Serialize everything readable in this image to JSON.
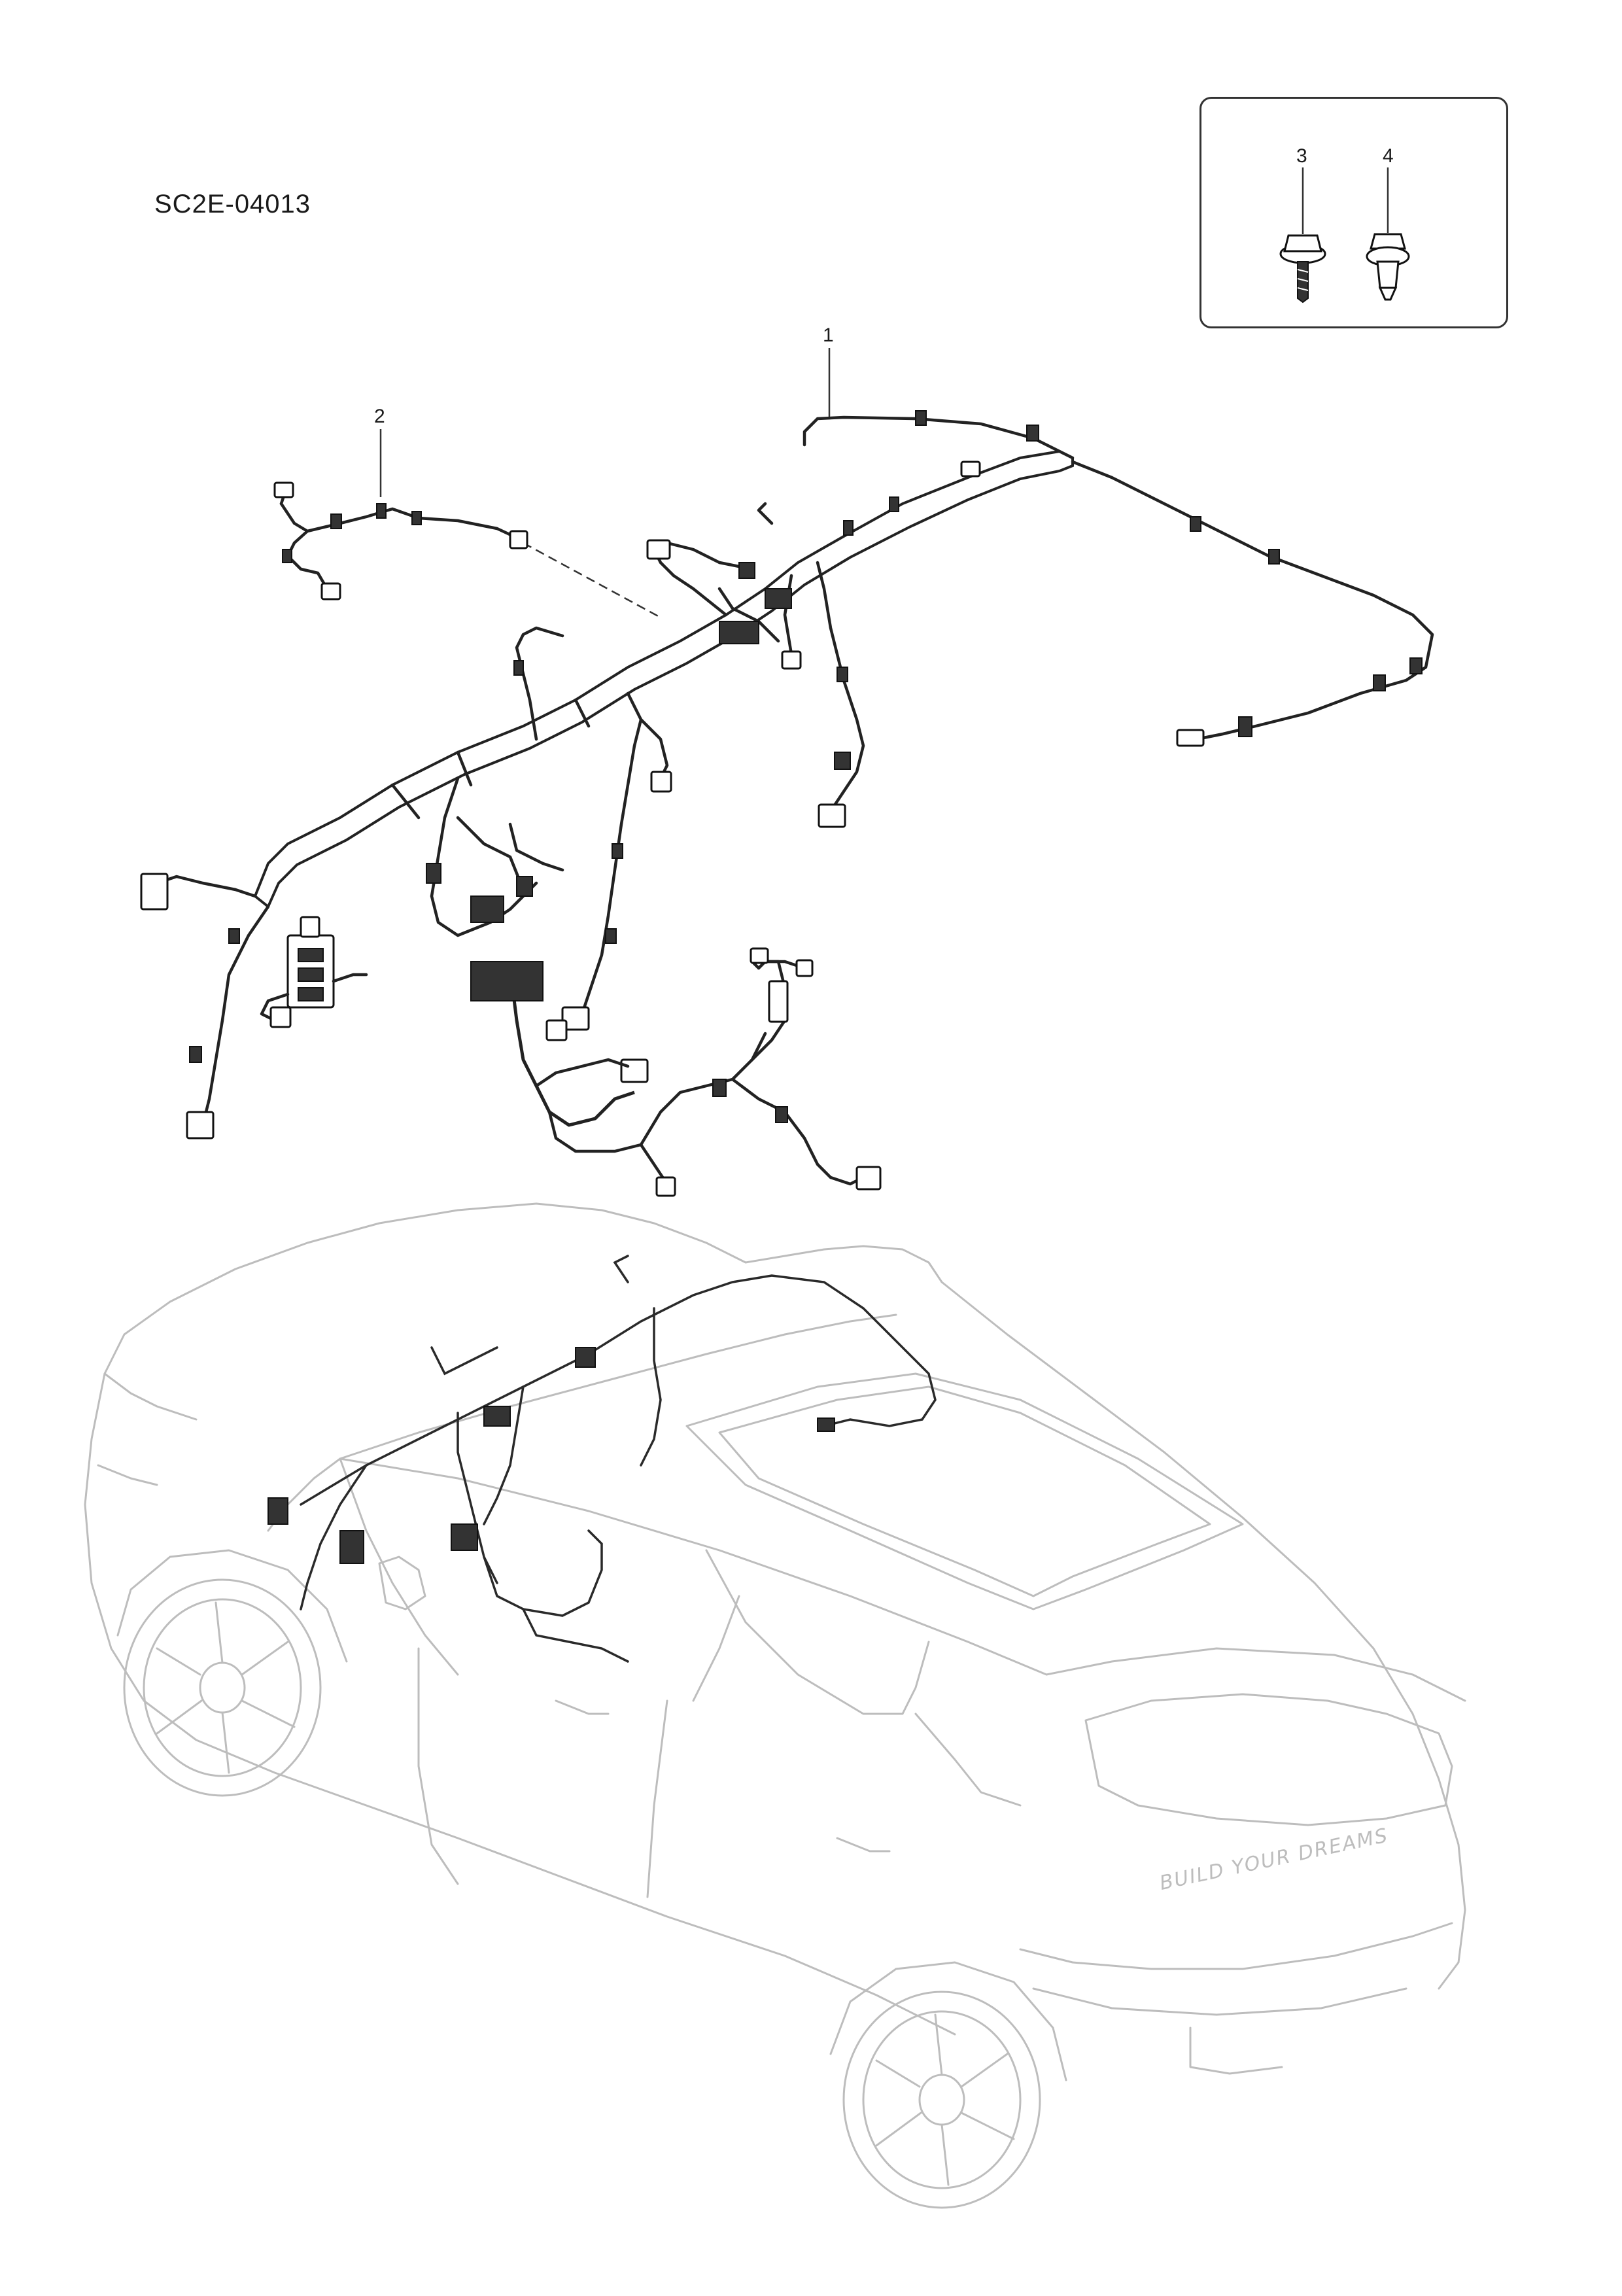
{
  "drawing_code": "SC2E-04013",
  "callouts": [
    {
      "id": "1",
      "label": "1"
    },
    {
      "id": "2",
      "label": "2"
    },
    {
      "id": "3",
      "label": "3"
    },
    {
      "id": "4",
      "label": "4"
    }
  ],
  "tailgate_lettering": "BUILD YOUR DREAMS",
  "colors": {
    "line": "#222222",
    "car_outline": "#bdbdbd",
    "background": "#ffffff"
  }
}
